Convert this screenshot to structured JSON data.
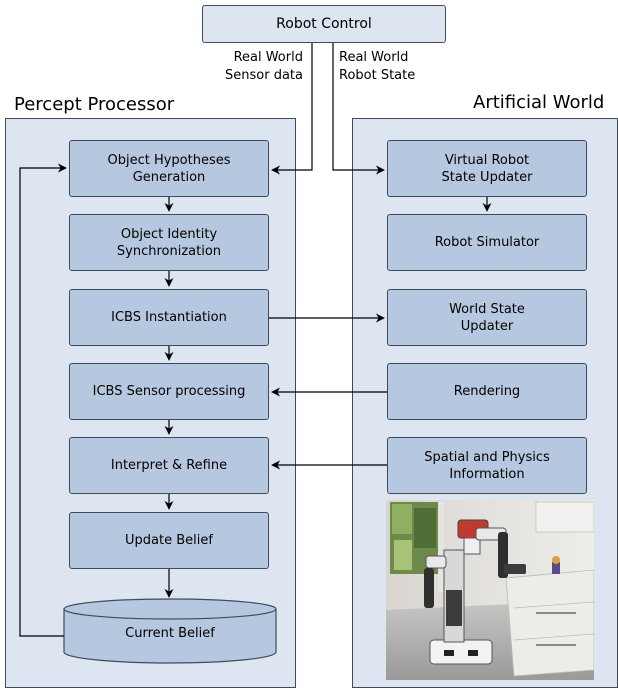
{
  "robot_control": "Robot Control",
  "labels": {
    "real_world_sensor_data": "Real World\nSensor data",
    "real_world_robot_state": "Real World\nRobot State"
  },
  "percept_processor": {
    "title": "Percept Processor",
    "boxes": [
      "Object Hypotheses\nGeneration",
      "Object Identity\nSynchronization",
      "ICBS Instantiation",
      "ICBS Sensor processing",
      "Interpret & Refine",
      "Update Belief"
    ],
    "current_belief": "Current Belief"
  },
  "artificial_world": {
    "title": "Artificial World",
    "boxes": [
      "Virtual Robot\nState Updater",
      "Robot Simulator",
      "World State\nUpdater",
      "Rendering",
      "Spatial and Physics\nInformation"
    ]
  },
  "colors": {
    "panel_fill": "#dde5f1",
    "box_fill": "#b6c8df",
    "border": "#3f4b5a"
  }
}
